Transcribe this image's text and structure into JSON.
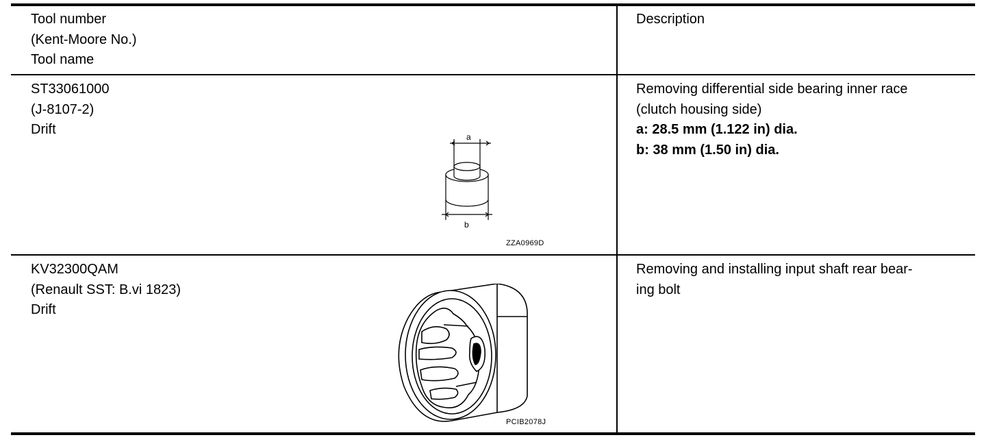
{
  "header": {
    "tool_col": [
      "Tool number",
      "(Kent-Moore No.)",
      "Tool name"
    ],
    "description_col": "Description"
  },
  "rows": [
    {
      "tool_number": "ST33061000",
      "kent_moore": "(J-8107-2)",
      "tool_name": "Drift",
      "illustration_code": "ZZA0969D",
      "dim_label_a": "a",
      "dim_label_b": "b",
      "description": [
        "Removing differential side bearing inner race",
        "(clutch housing side)"
      ],
      "specs": [
        "a: 28.5 mm (1.122 in) dia.",
        "b: 38 mm (1.50 in) dia."
      ]
    },
    {
      "tool_number": "KV32300QAM",
      "kent_moore": "(Renault SST: B.vi 1823)",
      "tool_name": "Drift",
      "illustration_code": "PCIB2078J",
      "description": [
        "Removing and installing input shaft rear bear-",
        "ing bolt"
      ]
    }
  ]
}
